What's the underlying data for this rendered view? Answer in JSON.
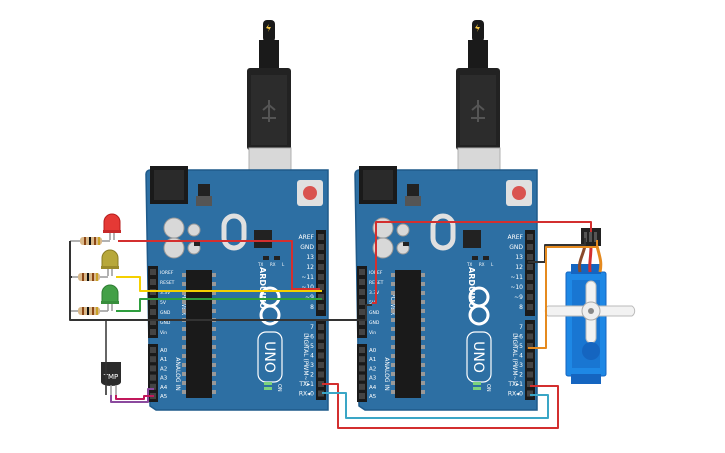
{
  "boards": [
    {
      "logo": "ARDUINO",
      "model": "UNO",
      "on_label": "ON",
      "tx_label": "TX",
      "rx_label": "RX",
      "l_label": "L",
      "power_header": [
        "IOREF",
        "RESET",
        "3.3V",
        "5V",
        "GND",
        "GND",
        "Vin"
      ],
      "power_title": "POWER",
      "analog_header": [
        "A0",
        "A1",
        "A2",
        "A3",
        "A4",
        "A5"
      ],
      "analog_title": "ANALOG IN",
      "digital_top": [
        "AREF",
        "GND",
        "13",
        "12",
        "~11",
        "~10",
        "~9",
        "8"
      ],
      "digital_bottom": [
        "7",
        "~6",
        "~5",
        "4",
        "~3",
        "2",
        "TX▸1",
        "RX◂0"
      ],
      "digital_title": "DIGITAL (PWM~)"
    },
    {
      "logo": "ARDUINO",
      "model": "UNO",
      "on_label": "ON",
      "tx_label": "TX",
      "rx_label": "RX",
      "l_label": "L",
      "power_header": [
        "IOREF",
        "RESET",
        "3.3V",
        "5V",
        "GND",
        "GND",
        "Vin"
      ],
      "power_title": "POWER",
      "analog_header": [
        "A0",
        "A1",
        "A2",
        "A3",
        "A4",
        "A5"
      ],
      "analog_title": "ANALOG IN",
      "digital_top": [
        "AREF",
        "GND",
        "13",
        "12",
        "~11",
        "~10",
        "~9",
        "8"
      ],
      "digital_bottom": [
        "7",
        "~6",
        "~5",
        "4",
        "~3",
        "2",
        "TX▸1",
        "RX◂0"
      ],
      "digital_title": "DIGITAL (PWM~)"
    }
  ],
  "sensor": {
    "label": "TMP"
  },
  "leds": [
    {
      "color": "#e53935",
      "label": "red-led"
    },
    {
      "color": "#c9b23a",
      "label": "yellow-led"
    },
    {
      "color": "#43a047",
      "label": "green-led"
    }
  ],
  "colors": {
    "board": "#2d6fa3",
    "board_edge": "#1f5a8a",
    "wire_red": "#d32f2f",
    "wire_yellow": "#f5d000",
    "wire_green": "#2e9e3e",
    "wire_black": "#333333",
    "wire_orange": "#e58a1f",
    "wire_cyan": "#3aa6c6",
    "wire_brown": "#8b4a2b"
  }
}
